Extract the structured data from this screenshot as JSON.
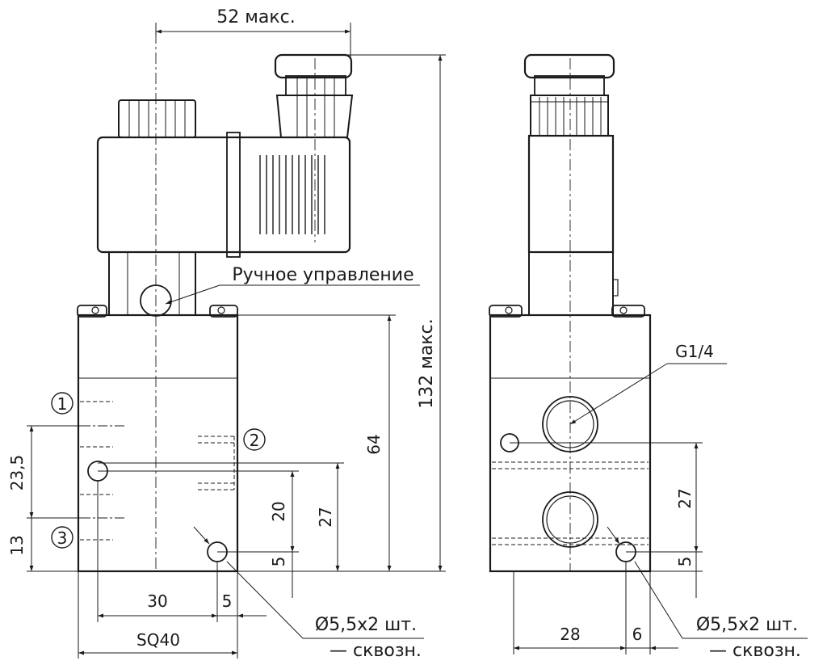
{
  "dims": {
    "width_max": "52 макс.",
    "height_max": "132 макс.",
    "manual_control": "Ручное управление",
    "d64": "64",
    "d27_front": "27",
    "d20": "20",
    "d5_front": "5",
    "d23_5": "23,5",
    "d13": "13",
    "d30": "30",
    "d5_bottom": "5",
    "sq40": "SQ40",
    "holes_front_1": "Ø5,5x2 шт.",
    "holes_front_2": "— сквозн.",
    "g14": "G1/4",
    "d27_side": "27",
    "d5_side": "5",
    "d28": "28",
    "d6": "6",
    "holes_side_1": "Ø5,5x2 шт.",
    "holes_side_2": "— сквозн."
  },
  "ports": [
    "1",
    "2",
    "3"
  ]
}
